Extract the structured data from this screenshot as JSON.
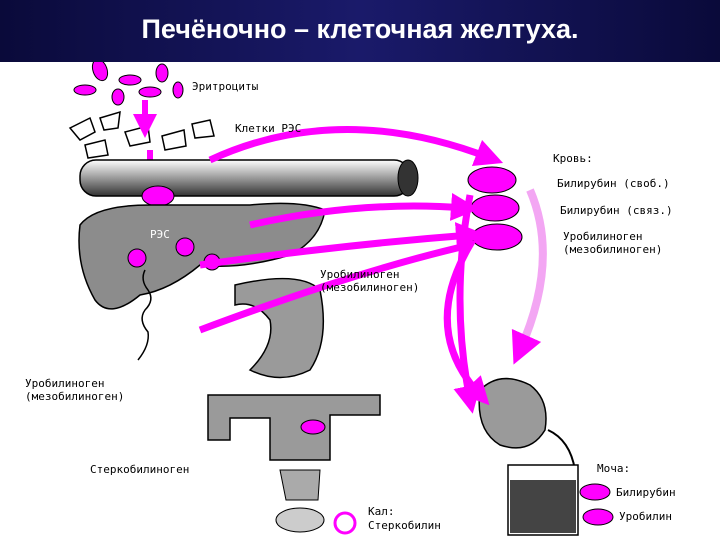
{
  "header": {
    "title": "Печёночно – клеточная желтуха."
  },
  "labels": {
    "erythrocytes": "Эритроциты",
    "res_cells": "Клетки РЭС",
    "blood": "Кровь:",
    "bilirubin_free": "Билирубин (своб.)",
    "bilirubin_bound": "Билирубин (связ.)",
    "urobilinogen_r1": "Уробилиноген",
    "urobilinogen_r2": "(мезобилиноген)",
    "urobilinogen_c1": "Уробилиноген",
    "urobilinogen_c2": "(мезобилиноген)",
    "urobilinogen_l1": "Уробилиноген",
    "urobilinogen_l2": "(мезобилиноген)",
    "stercobilinogen": "Стеркобилиноген",
    "urine": "Моча:",
    "urine_bilirubin": "Билирубин",
    "urine_urobilin": "Уробилин",
    "feces": "Кал:",
    "stercobilin": "Стеркобилин",
    "res_liver": "РЭС"
  },
  "colors": {
    "accent": "#ff00ff",
    "header": "#1a1a6a",
    "arrow_light": "#f3a6f3"
  }
}
